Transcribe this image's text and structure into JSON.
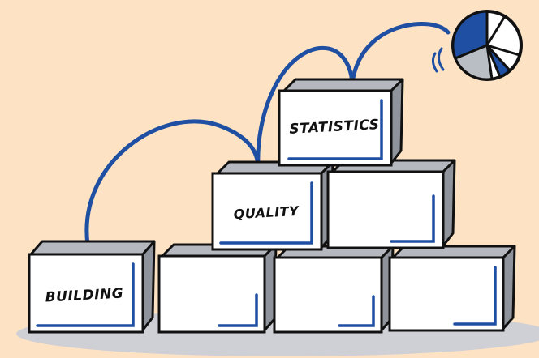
{
  "labels": {
    "building": "BUILDING",
    "quality": "QUALITY",
    "statistics": "STATISTICS"
  },
  "colors": {
    "background": "#fde3c3",
    "ground_shadow": "#cfcfd6",
    "box_face": "#ffffff",
    "box_side": "#b6b8bf",
    "outline": "#111111",
    "accent_blue": "#1f4fa3",
    "pie_grey": "#b9bdc4"
  },
  "icons": {
    "pie_chart": "pie-chart-icon",
    "motion_lines": "motion-lines-icon"
  }
}
